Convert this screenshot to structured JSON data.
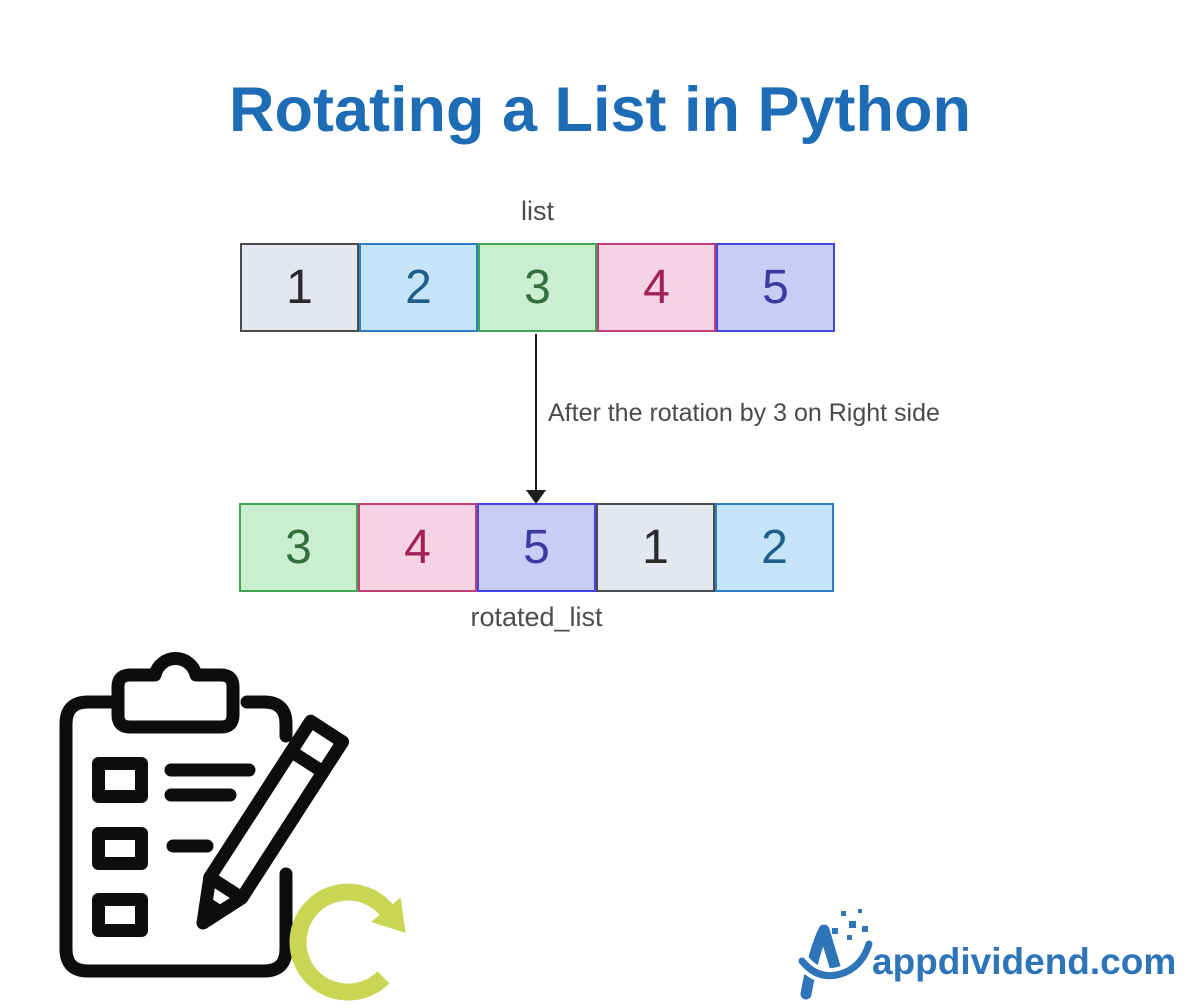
{
  "title": {
    "text": "Rotating a List in Python",
    "color": "#1e6cb5"
  },
  "lists": {
    "original": {
      "label": "list",
      "cells": [
        {
          "value": "1",
          "bg": "#e4e7ee",
          "border": "#4c4c4c",
          "text": "#2a2a2a"
        },
        {
          "value": "2",
          "bg": "#c5e4f7",
          "border": "#2d7fc3",
          "text": "#205f8a"
        },
        {
          "value": "3",
          "bg": "#c9efcf",
          "border": "#43a553",
          "text": "#336f3c"
        },
        {
          "value": "4",
          "bg": "#f5d3e3",
          "border": "#c23d77",
          "text": "#a02158"
        },
        {
          "value": "5",
          "bg": "#c9cdf5",
          "border": "#4347e2",
          "text": "#3a3aa0"
        }
      ]
    },
    "rotated": {
      "label": "rotated_list",
      "cells": [
        {
          "value": "3",
          "bg": "#c9efcf",
          "border": "#43a553",
          "text": "#336f3c"
        },
        {
          "value": "4",
          "bg": "#f5d3e3",
          "border": "#c23d77",
          "text": "#a02158"
        },
        {
          "value": "5",
          "bg": "#c9cdf5",
          "border": "#4347e2",
          "text": "#3a3aa0"
        },
        {
          "value": "1",
          "bg": "#e4e7ee",
          "border": "#4c4c4c",
          "text": "#2a2a2a"
        },
        {
          "value": "2",
          "bg": "#c5e4f7",
          "border": "#2d7fc3",
          "text": "#205f8a"
        }
      ]
    }
  },
  "annotation": {
    "text": "After the rotation by 3 on Right side",
    "color": "#4b4b4b"
  },
  "labels_color": "#4d4d4d",
  "branding": {
    "site": "appdividend.com",
    "color": "#2e74b8"
  },
  "icons": {
    "clipboard": "clipboard-checklist-icon",
    "rotate": "rotate-clockwise-icon",
    "logo": "appdividend-a-logo-icon",
    "flow_arrow": "down-arrow-icon"
  },
  "colors": {
    "rotate_arrow": "#c9d654",
    "flow_arrow": "#1d1d1d",
    "icon_ink": "#0d0d0d"
  }
}
